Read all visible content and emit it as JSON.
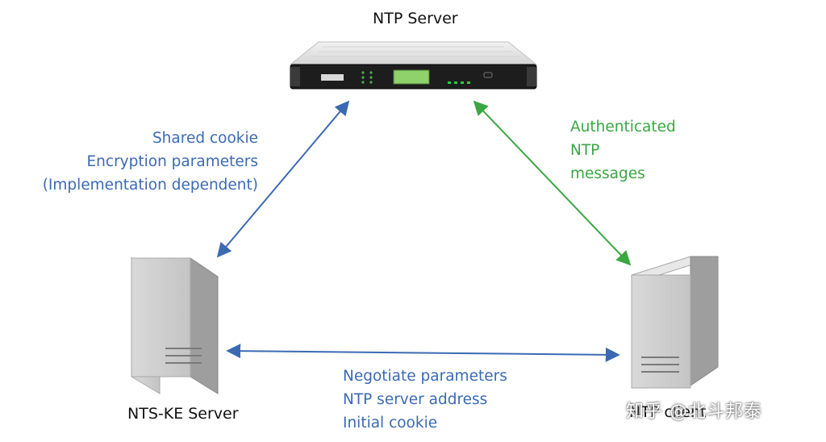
{
  "nodes": {
    "ntp_server": {
      "title": "NTP Server"
    },
    "nts_ke_server": {
      "title": "NTS-KE Server"
    },
    "ntp_client": {
      "title": "NTP client"
    }
  },
  "links": {
    "server_to_ke": {
      "lines": [
        "Shared cookie",
        "Encryption parameters",
        "(Implementation dependent)"
      ],
      "color": "#3b6ab3"
    },
    "server_to_client": {
      "lines": [
        "Authenticated",
        "NTP",
        "messages"
      ],
      "color": "#3aa742"
    },
    "ke_to_client": {
      "lines": [
        "Negotiate parameters",
        "NTP server address",
        "Initial cookie"
      ],
      "color": "#3b6ab3"
    }
  },
  "watermark": "知乎 @北斗邦泰"
}
